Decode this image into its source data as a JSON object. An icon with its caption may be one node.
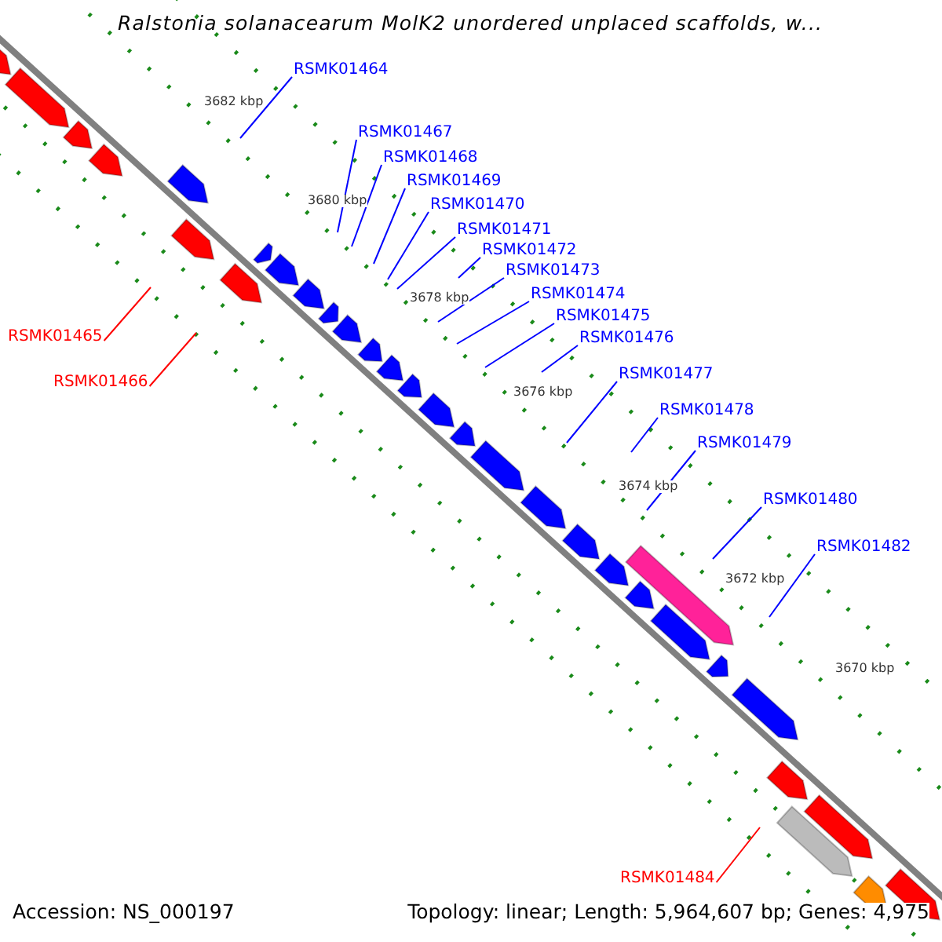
{
  "diagram": {
    "title": "Ralstonia solanacearum MolK2 unordered unplaced scaffolds, w...",
    "nodes": [
      {
        "text": [
          "RSMK01464"
        ]
      },
      {
        "text": [
          "RSMK01465"
        ]
      },
      {
        "text": [
          "RSMK01466"
        ]
      },
      {
        "text": [
          "RSMK01467"
        ]
      },
      {
        "text": [
          "RSMK01468"
        ]
      },
      {
        "text": [
          "RSMK01469"
        ]
      },
      {
        "text": [
          "RSMK01470"
        ]
      },
      {
        "text": [
          "RSMK01471"
        ]
      },
      {
        "text": [
          "RSMK01472"
        ]
      },
      {
        "text": [
          "RSMK01473"
        ]
      },
      {
        "text": [
          "RSMK01474"
        ]
      },
      {
        "text": [
          "RSMK01475"
        ]
      },
      {
        "text": [
          "RSMK01476"
        ]
      },
      {
        "text": [
          "RSMK01477"
        ]
      },
      {
        "text": [
          "RSMK01478"
        ]
      },
      {
        "text": [
          "RSMK01479"
        ]
      },
      {
        "text": [
          "RSMK01480"
        ]
      },
      {
        "text": [
          "RSMK01482"
        ]
      },
      {
        "text": [
          "RSMK01484"
        ]
      }
    ],
    "edges": [
      {
        "from": 0,
        "to": null,
        "arrow": "none"
      },
      {
        "from": 1,
        "to": null,
        "arrow": "none",
        "color": "#ff0000"
      },
      {
        "from": 2,
        "to": null,
        "arrow": "none",
        "color": "#ff0000"
      },
      {
        "from": 3,
        "to": null,
        "arrow": "none"
      },
      {
        "from": 4,
        "to": null,
        "arrow": "none"
      },
      {
        "from": 5,
        "to": null,
        "arrow": "none"
      },
      {
        "from": 6,
        "to": null,
        "arrow": "none"
      },
      {
        "from": 7,
        "to": null,
        "arrow": "none"
      },
      {
        "from": 8,
        "to": null,
        "arrow": "none"
      },
      {
        "from": 9,
        "to": null,
        "arrow": "none"
      },
      {
        "from": 10,
        "to": null,
        "arrow": "none"
      },
      {
        "from": 11,
        "to": null,
        "arrow": "none"
      },
      {
        "from": 12,
        "to": null,
        "arrow": "none"
      },
      {
        "from": 13,
        "to": null,
        "arrow": "none"
      },
      {
        "from": 14,
        "to": null,
        "arrow": "none"
      },
      {
        "from": 15,
        "to": null,
        "arrow": "none"
      },
      {
        "from": 16,
        "to": null,
        "arrow": "none"
      },
      {
        "from": 17,
        "to": null,
        "arrow": "none"
      },
      {
        "from": 18,
        "to": null,
        "arrow": "none",
        "color": "#ff0000"
      }
    ],
    "labels": [
      "3682 kbp",
      "3680 kbp",
      "3678 kbp",
      "3676 kbp",
      "3674 kbp",
      "3672 kbp",
      "3670 kbp",
      "Accession: NS_000197",
      "Topology: linear; Length: 5,964,607 bp; Genes: 4,975"
    ]
  }
}
